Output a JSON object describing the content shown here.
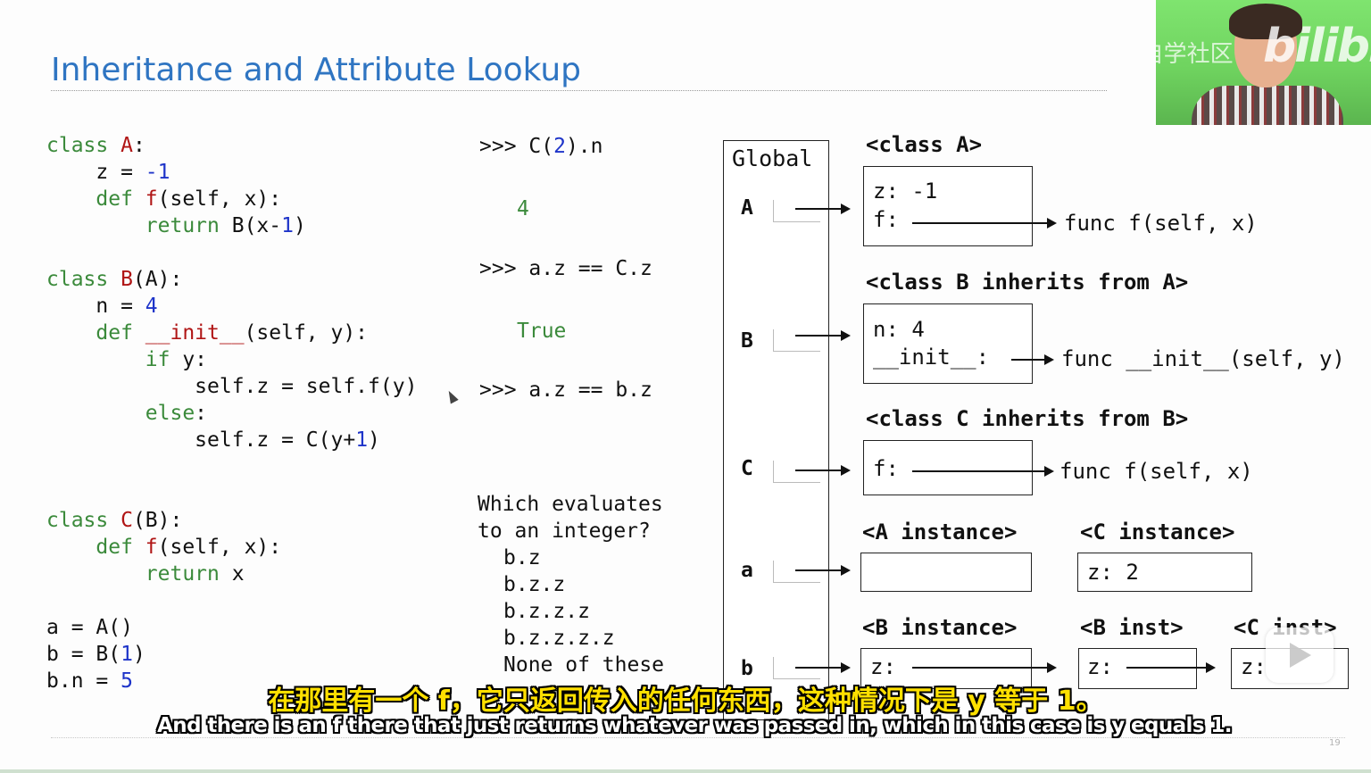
{
  "slide": {
    "title": "Inheritance and Attribute Lookup",
    "page_number": "19"
  },
  "code": {
    "lines": [
      [
        {
          "t": "class ",
          "c": "kw"
        },
        {
          "t": "A",
          "c": "fn"
        },
        {
          "t": ":",
          "c": ""
        }
      ],
      [
        {
          "t": "    z = ",
          "c": ""
        },
        {
          "t": "-1",
          "c": "num"
        }
      ],
      [
        {
          "t": "    def ",
          "c": "kw"
        },
        {
          "t": "f",
          "c": "fn"
        },
        {
          "t": "(self, x):",
          "c": ""
        }
      ],
      [
        {
          "t": "        return ",
          "c": "kw"
        },
        {
          "t": "B(x-",
          "c": ""
        },
        {
          "t": "1",
          "c": "num"
        },
        {
          "t": ")",
          "c": ""
        }
      ],
      [],
      [
        {
          "t": "class ",
          "c": "kw"
        },
        {
          "t": "B",
          "c": "fn"
        },
        {
          "t": "(A):",
          "c": ""
        }
      ],
      [
        {
          "t": "    n = ",
          "c": ""
        },
        {
          "t": "4",
          "c": "num"
        }
      ],
      [
        {
          "t": "    def ",
          "c": "kw"
        },
        {
          "t": "__init__",
          "c": "fn"
        },
        {
          "t": "(self, y):",
          "c": ""
        }
      ],
      [
        {
          "t": "        if ",
          "c": "kw"
        },
        {
          "t": "y:",
          "c": ""
        }
      ],
      [
        {
          "t": "            self.z = self.f(y)",
          "c": ""
        }
      ],
      [
        {
          "t": "        else",
          "c": "kw"
        },
        {
          "t": ":",
          "c": ""
        }
      ],
      [
        {
          "t": "            self.z = C(y+",
          "c": ""
        },
        {
          "t": "1",
          "c": "num"
        },
        {
          "t": ")",
          "c": ""
        }
      ],
      [],
      [],
      [
        {
          "t": "class ",
          "c": "kw"
        },
        {
          "t": "C",
          "c": "fn"
        },
        {
          "t": "(B):",
          "c": ""
        }
      ],
      [
        {
          "t": "    def ",
          "c": "kw"
        },
        {
          "t": "f",
          "c": "fn"
        },
        {
          "t": "(self, x):",
          "c": ""
        }
      ],
      [
        {
          "t": "        return ",
          "c": "kw"
        },
        {
          "t": "x",
          "c": ""
        }
      ],
      [],
      [
        {
          "t": "a = A()",
          "c": ""
        }
      ],
      [
        {
          "t": "b = B(",
          "c": ""
        },
        {
          "t": "1",
          "c": "num"
        },
        {
          "t": ")",
          "c": ""
        }
      ],
      [
        {
          "t": "b.n = ",
          "c": ""
        },
        {
          "t": "5",
          "c": "num"
        }
      ]
    ]
  },
  "repl": {
    "q1_pre": ">>> C(",
    "q1_num": "2",
    "q1_post": ").n",
    "a1": "4",
    "q2": ">>> a.z == C.z",
    "a2": "True",
    "q3": ">>> a.z == b.z"
  },
  "quiz": {
    "line1": "Which evaluates",
    "line2": "to an integer?",
    "options": [
      "b.z",
      "b.z.z",
      "b.z.z.z",
      "b.z.z.z.z",
      "None of these"
    ]
  },
  "diagram": {
    "global_label": "Global",
    "vars": [
      "A",
      "B",
      "C",
      "a",
      "b"
    ],
    "class_a_label": "<class A>",
    "class_a_z": "z: -1",
    "class_a_f": "f:",
    "class_a_func": "func f(self, x)",
    "class_b_label": "<class B inherits from A>",
    "class_b_n": "n: 4",
    "class_b_init": "__init__:",
    "class_b_func": "func __init__(self, y)",
    "class_c_label": "<class C inherits from B>",
    "class_c_f": "f:",
    "class_c_func": "func f(self, x)",
    "a_instance_label": "<A instance>",
    "c_instance_label": "<C instance>",
    "c_instance_z": "z: 2",
    "b_instance_label": "<B instance>",
    "b_inst_label": "<B inst>",
    "c_inst_label": "<C inst>",
    "z_label": "z:"
  },
  "webcam": {
    "watermark_logo": "bilibili",
    "watermark_text": "CS自学社区"
  },
  "subtitles": {
    "chinese": "在那里有一个 f，它只返回传入的任何东西，这种情况下是 y 等于 1。",
    "english": "And there is an f there that just returns whatever was passed in, which in this case is y equals 1."
  }
}
